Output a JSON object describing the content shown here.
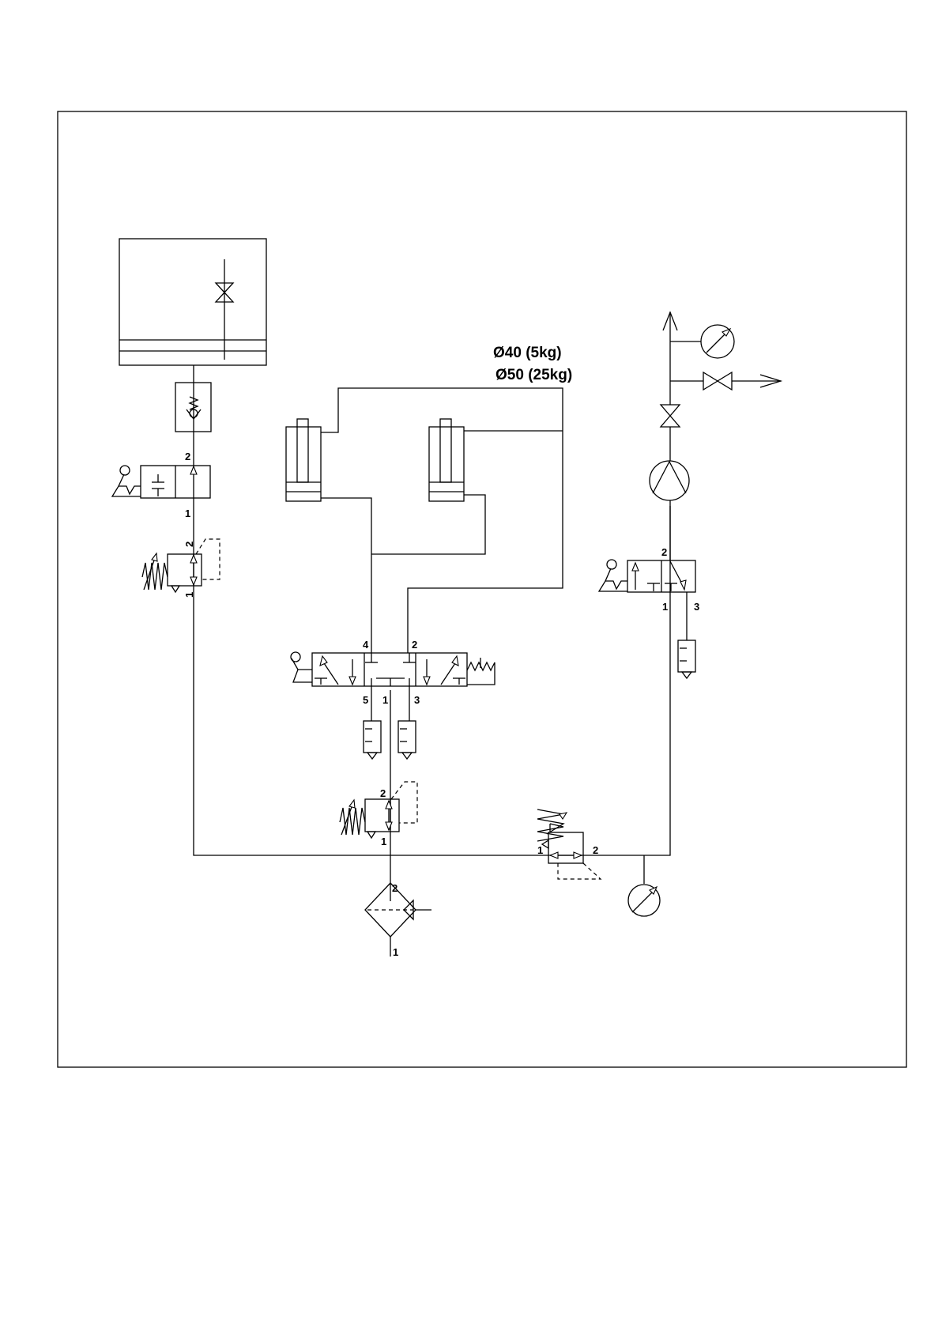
{
  "annotations": {
    "cyl_small": "Ø40 (5kg)",
    "cyl_large": "Ø50 (25kg)"
  },
  "ports": {
    "p1": "1",
    "p2": "2",
    "p3": "3",
    "p4": "4",
    "p5": "5"
  },
  "colors": {
    "line": "#000000",
    "background": "#ffffff"
  }
}
